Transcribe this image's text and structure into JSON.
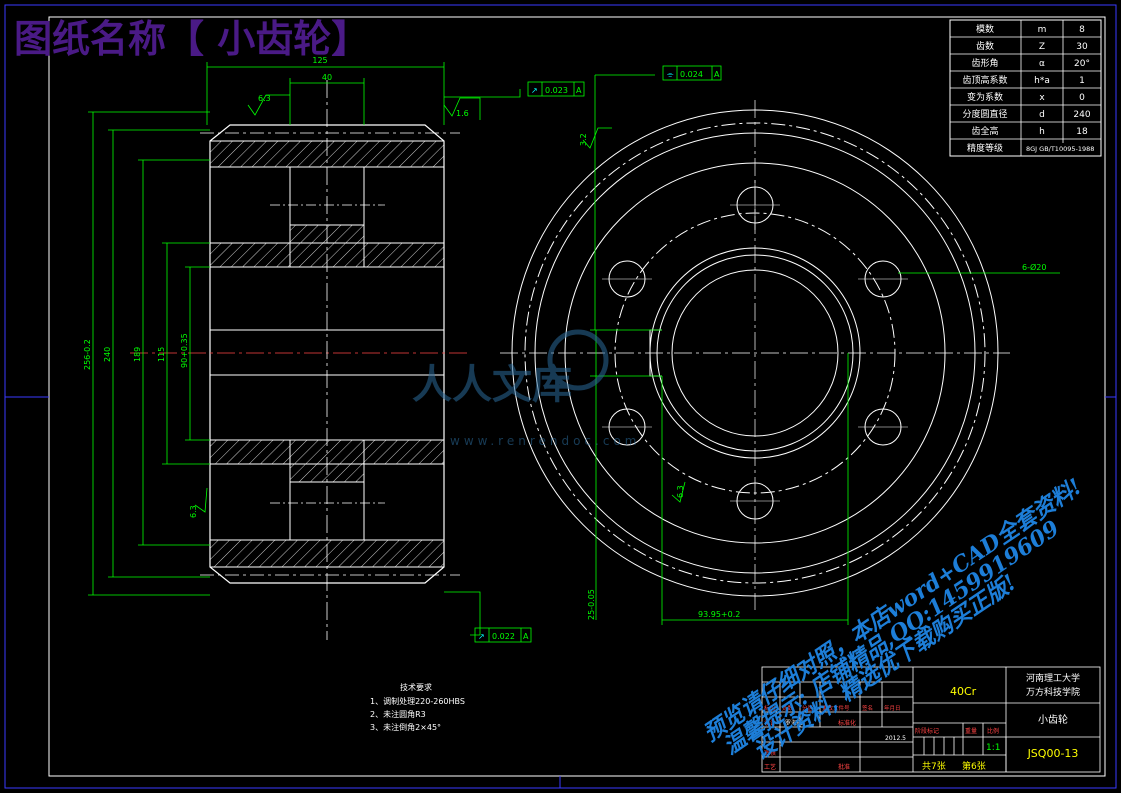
{
  "title": {
    "text": "图纸名称【 小齿轮】",
    "color": "#4a1a86"
  },
  "params": [
    {
      "name": "模数",
      "sym": "m",
      "val": "8"
    },
    {
      "name": "齿数",
      "sym": "Z",
      "val": "30"
    },
    {
      "name": "齿形角",
      "sym": "α",
      "val": "20°"
    },
    {
      "name": "齿顶高系数",
      "sym": "h*a",
      "val": "1"
    },
    {
      "name": "变为系数",
      "sym": "x",
      "val": "0"
    },
    {
      "name": "分度圆直径",
      "sym": "d",
      "val": "240"
    },
    {
      "name": "齿全高",
      "sym": "h",
      "val": "18"
    },
    {
      "name": "精度等级",
      "sym": "",
      "val": "8GJ GB/T10095-1988"
    }
  ],
  "dims": {
    "top_width": "40",
    "top_outer": "125",
    "rough_tl": "6.3",
    "rough_tr": "1.6",
    "rough_right": "3.2",
    "rough_left_bottom": "6.3",
    "rough_center": "6.3",
    "tol_top": "0.023",
    "tol_top_ref": "A",
    "tol_right": "0.024",
    "tol_right_ref": "A",
    "tol_bottom": "0.022",
    "tol_bottom_ref": "A",
    "d_outer": "256-0.2",
    "d_240": "240",
    "d_189": "189",
    "d_115": "115",
    "d_bore": "90+0.35",
    "keyway": "25-0.05",
    "key_depth": "93.95+0.2",
    "holes": "6-Ø20"
  },
  "tech": {
    "heading": "技术要求",
    "items": [
      "1、调制处理220-260HBS",
      "2、未注圆角R3",
      "3、未注倒角2×45°"
    ]
  },
  "titleblock": {
    "material": "40Cr",
    "school1": "河南理工大学",
    "school2": "万方科技学院",
    "part_name": "小齿轮",
    "drawing_no": "JSQ00-13",
    "scale": "1:1",
    "sheets": "共7张",
    "sheet_no": "第6张",
    "year": "2012.5",
    "col_labels": [
      "标记",
      "处数",
      "分区",
      "更改文件号",
      "签名",
      "年月日"
    ],
    "row_labels": [
      "设计",
      "审核",
      "工艺"
    ],
    "designer": "罗海旺",
    "std_label": "标准化",
    "approve": "批准",
    "stage": "阶段标记",
    "weight": "重量",
    "ratio": "比例"
  },
  "watermark": {
    "logo": "人人文库",
    "url": "www.renrendoc.com",
    "lines": [
      "预览请仔细对照，本店word+CAD全套资料!",
      "温馨提示: 店铺精品,QQ:1459919609",
      "设计资料, 精选优下载购买正版!"
    ]
  },
  "colors": {
    "line": "#ffffff",
    "dim": "#00ff00",
    "tol": "#00ffff",
    "hatch": "#ffffff",
    "frame": "#4a4aff",
    "center": "#ff3333"
  }
}
